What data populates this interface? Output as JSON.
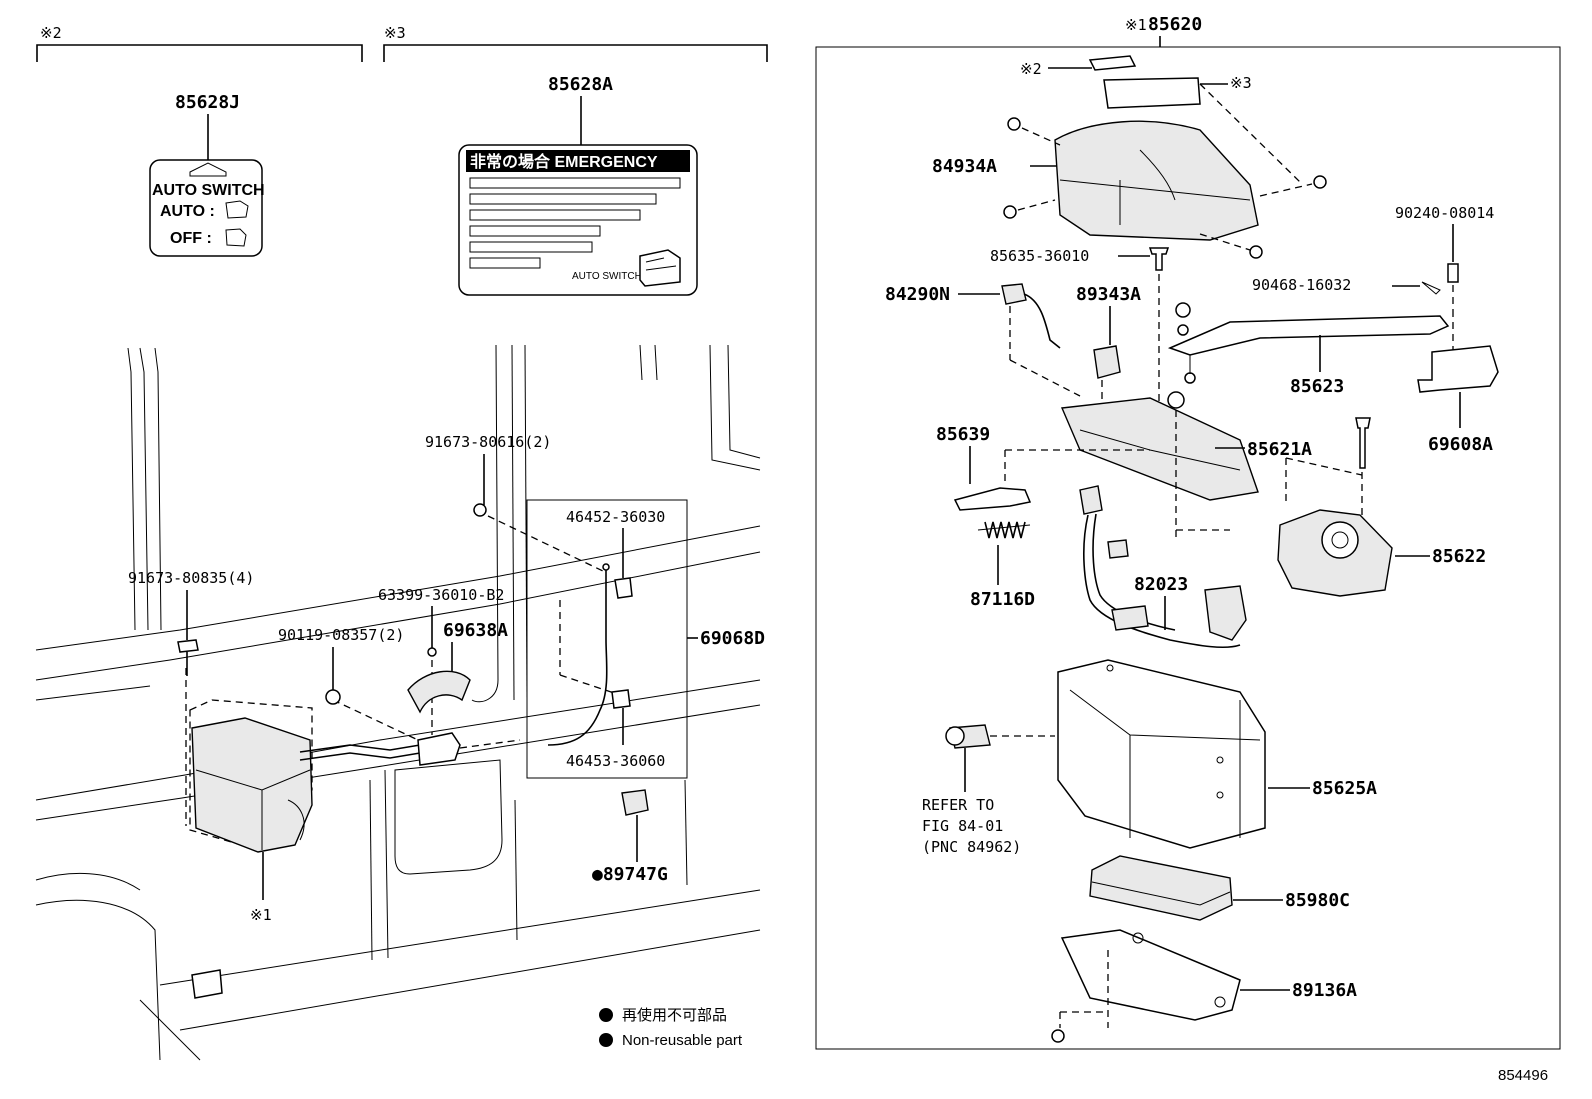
{
  "figure_number": "854496",
  "legend": {
    "jp": "再使用不可部品",
    "en": "Non-reusable part"
  },
  "brackets": {
    "note2": "※2",
    "note3": "※3",
    "note1": "※1"
  },
  "labels": {
    "sticker_auto_switch": {
      "pnc": "85628J",
      "title": "AUTO SWITCH",
      "row1": "AUTO :",
      "row2": "OFF :"
    },
    "sticker_emergency": {
      "pnc": "85628A",
      "title": "非常の場合 EMERGENCY",
      "caption": "AUTO SWITCH"
    }
  },
  "left_parts": {
    "p91673_80835": "91673-80835(4)",
    "p91673_80616": "91673-80616(2)",
    "p63399": "63399-36010-B2",
    "p90119": "90119-08357(2)",
    "p69638A": "69638A",
    "p46452": "46452-36030",
    "p46453": "46453-36060",
    "p69068D": "69068D",
    "p89747G": "●89747G",
    "note1_marker": "※1"
  },
  "right_parts": {
    "assembly": "85620",
    "note2": "※2",
    "note3": "※3",
    "p84934A": "84934A",
    "p85635": "85635-36010",
    "p90240": "90240-08014",
    "p90468": "90468-16032",
    "p84290N": "84290N",
    "p89343A": "89343A",
    "p85623": "85623",
    "p69608A": "69608A",
    "p85639": "85639",
    "p85621A": "85621A",
    "p85622": "85622",
    "p87116D": "87116D",
    "p82023": "82023",
    "p85625A": "85625A",
    "p85980C": "85980C",
    "p89136A": "89136A",
    "refer1": "REFER TO",
    "refer2": "FIG 84-01",
    "refer3": "(PNC 84962)"
  }
}
